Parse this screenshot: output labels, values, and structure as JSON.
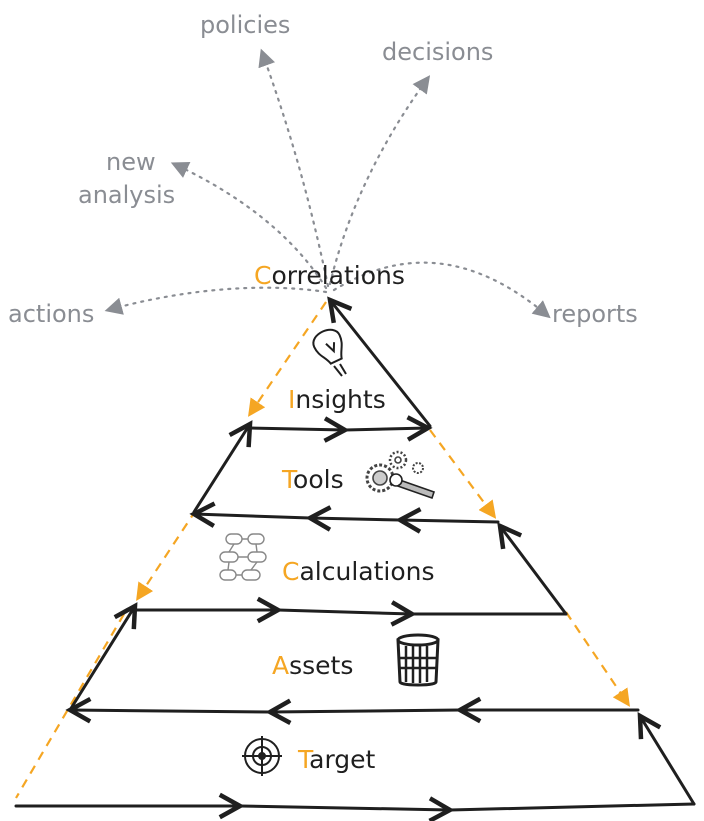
{
  "colors": {
    "ink": "#1f1f1f",
    "accent": "#f5a623",
    "gray": "#8a8d93"
  },
  "levels": [
    {
      "initial": "C",
      "rest": "orrelations",
      "icon": "none"
    },
    {
      "initial": "I",
      "rest": "nsights",
      "icon": "lightbulb-icon"
    },
    {
      "initial": "T",
      "rest": "ools",
      "icon": "gears-wrench-icon"
    },
    {
      "initial": "C",
      "rest": "alculations",
      "icon": "flowchart-icon"
    },
    {
      "initial": "A",
      "rest": "ssets",
      "icon": "database-icon"
    },
    {
      "initial": "T",
      "rest": "arget",
      "icon": "crosshair-target-icon"
    }
  ],
  "outputs": {
    "policies": "policies",
    "decisions": "decisions",
    "new_analysis_line1": "new",
    "new_analysis_line2": "analysis",
    "actions": "actions",
    "reports": "reports"
  }
}
